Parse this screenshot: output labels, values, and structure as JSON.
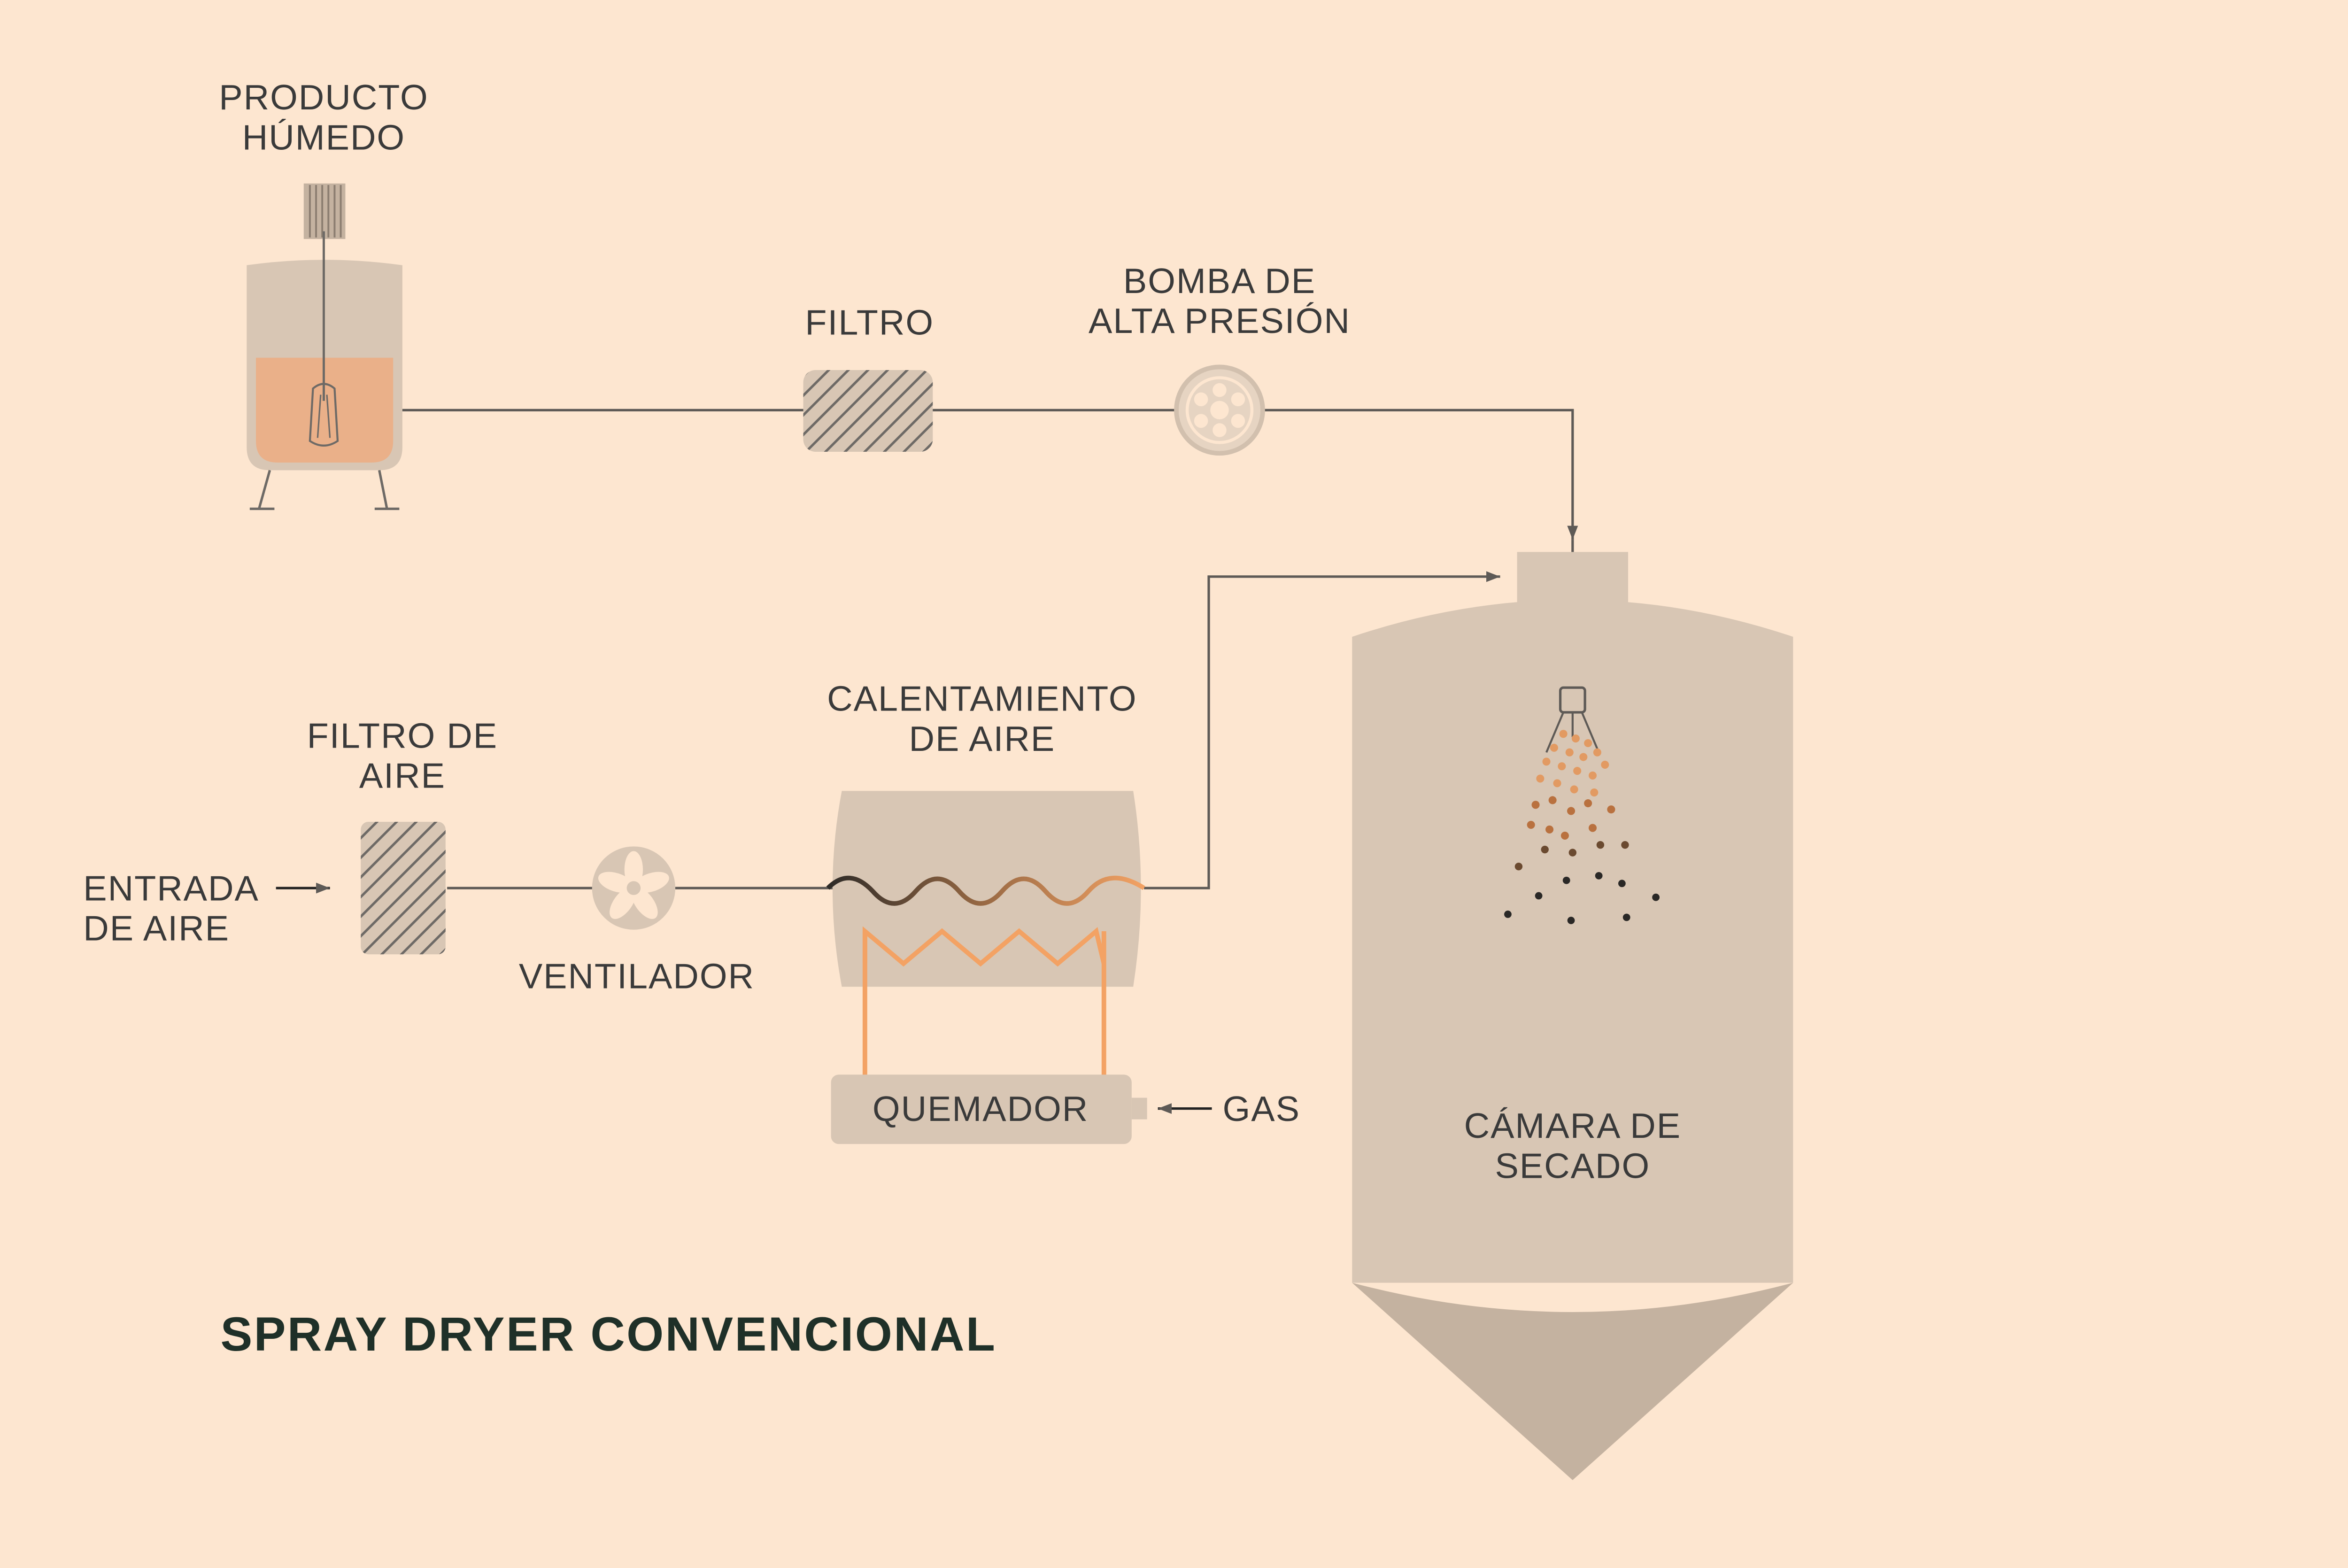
{
  "labels": {
    "wet_product_l1": "PRODUCTO",
    "wet_product_l2": "HÚMEDO",
    "filter": "FILTRO",
    "pump_l1": "BOMBA DE",
    "pump_l2": "ALTA PRESIÓN",
    "heating_l1": "CALENTAMIENTO",
    "heating_l2": "DE AIRE",
    "air_filter_l1": "FILTRO DE",
    "air_filter_l2": "AIRE",
    "air_inlet_l1": "ENTRADA",
    "air_inlet_l2": "DE AIRE",
    "fan": "VENTILADOR",
    "burner": "QUEMADOR",
    "gas": "GAS",
    "chamber_l1": "CÁMARA DE",
    "chamber_l2": "SECADO"
  },
  "title": "SPRAY DRYER CONVENCIONAL",
  "colors": {
    "background": "#fde6d0",
    "equipment": "#d8c6b4",
    "equipment_dark": "#c4b2a0",
    "product": "#eab089",
    "flame": "#f3a264",
    "line": "#5e5a56",
    "title": "#1f3028"
  }
}
